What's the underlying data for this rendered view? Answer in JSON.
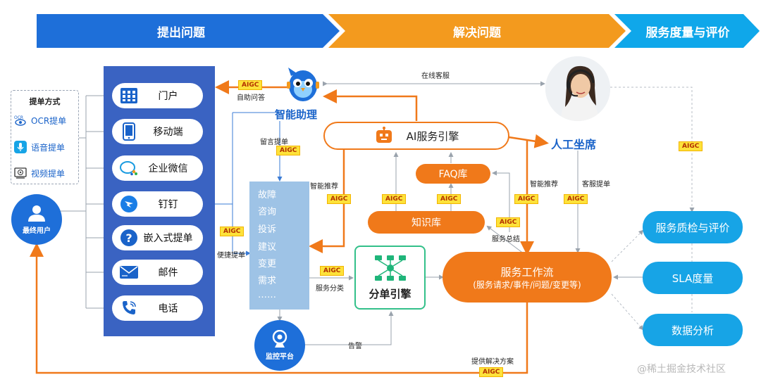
{
  "banner": {
    "stage1": "提出问题",
    "stage2": "解决问题",
    "stage3": "服务度量与评价"
  },
  "methods": {
    "title": "提单方式",
    "items": [
      {
        "label": "OCR提单",
        "icon": "ocr-eye-icon"
      },
      {
        "label": "语音提单",
        "icon": "microphone-icon"
      },
      {
        "label": "视频提单",
        "icon": "video-icon"
      }
    ]
  },
  "end_user": {
    "label": "最终用户",
    "icon": "user-icon"
  },
  "channels": [
    {
      "label": "门户",
      "icon": "grid-icon"
    },
    {
      "label": "移动端",
      "icon": "mobile-icon"
    },
    {
      "label": "企业微信",
      "icon": "wecom-icon"
    },
    {
      "label": "钉钉",
      "icon": "dingtalk-icon"
    },
    {
      "label": "嵌入式提单",
      "icon": "question-icon"
    },
    {
      "label": "邮件",
      "icon": "mail-icon"
    },
    {
      "label": "电话",
      "icon": "phone-icon"
    }
  ],
  "assistant": {
    "label": "智能助理",
    "icon": "bird-bot-icon"
  },
  "ticket_types": [
    "故障",
    "咨询",
    "投诉",
    "建议",
    "变更",
    "需求",
    "……"
  ],
  "ai_engine": {
    "label": "AI服务引擎",
    "icon": "robot-icon"
  },
  "faq": {
    "label": "FAQ库"
  },
  "knowledge": {
    "label": "知识库"
  },
  "agent": {
    "label": "人工坐席"
  },
  "dispatch": {
    "label": "分单引擎",
    "icon": "dispatch-icon"
  },
  "workflow": {
    "title": "服务工作流",
    "subtitle": "(服务请求/事件/问题/变更等)"
  },
  "monitor": {
    "label": "监控平台",
    "icon": "camera-icon"
  },
  "metrics": [
    {
      "label": "服务质检与评价"
    },
    {
      "label": "SLA度量"
    },
    {
      "label": "数据分析"
    }
  ],
  "edge_labels": {
    "self_qa": "自助问答",
    "online_service": "在线客服",
    "leave_ticket": "留言提单",
    "smart_recommend_1": "智能推荐",
    "smart_recommend_2": "智能推荐",
    "quick_ticket": "便捷提单",
    "service_classify": "服务分类",
    "agent_ticket": "客服提单",
    "service_summary": "服务总结",
    "alert": "告警",
    "provide_solution": "提供解决方案"
  },
  "aigc_tag": "AIGC",
  "watermark": "@稀土掘金技术社区",
  "colors": {
    "banner_blue": "#1e6fd9",
    "banner_orange": "#f39a1e",
    "banner_cyan": "#0fa7ea",
    "panel_blue": "#3a63c2",
    "orange": "#f0791a",
    "blue_accent": "#1a63c9",
    "cyan": "#17a4e6",
    "aigc_yellow": "#fde23a"
  }
}
